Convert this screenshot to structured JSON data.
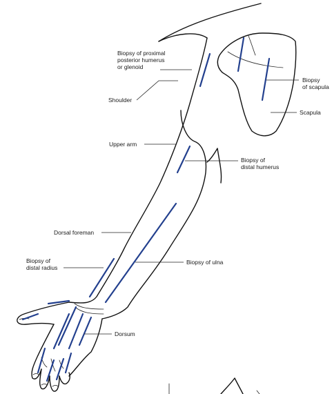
{
  "labels": {
    "biopsy_proximal_humerus": [
      "Biopsy of proximal",
      "posterior humerus",
      "or glenoid"
    ],
    "shoulder": "Shoulder",
    "biopsy_scapula": [
      "Biopsy",
      "of scapula"
    ],
    "scapula": "Scapula",
    "upper_arm": "Upper arm",
    "biopsy_distal_humerus": [
      "Biopsy of",
      "distal humerus"
    ],
    "dorsal_forearm": "Dorsal foreman",
    "biopsy_distal_radius": [
      "Biopsy of",
      "distal radius"
    ],
    "biopsy_ulna": "Biopsy of ulna",
    "dorsum": "Dorsum"
  },
  "colors": {
    "incision": "#23408e",
    "outline": "#111111"
  }
}
